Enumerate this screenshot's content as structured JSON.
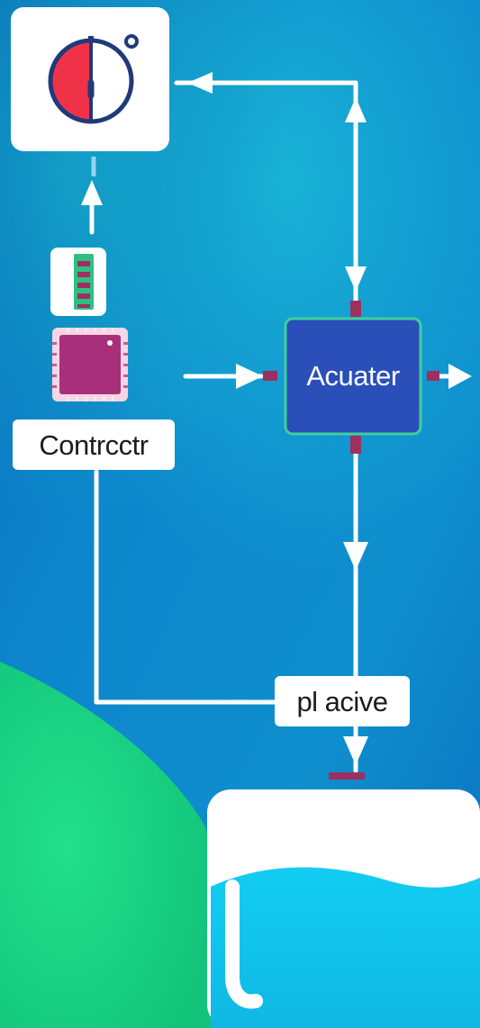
{
  "diagram": {
    "nodes": {
      "actuator": {
        "label": "Acuater"
      },
      "controller": {
        "label": "Contrcctr"
      },
      "plant": {
        "label": "pl acive"
      },
      "gauge": {
        "icon": "timer-gauge-icon"
      },
      "sensor": {
        "icon": "sensor-strip-icon"
      },
      "chip": {
        "icon": "microchip-icon"
      },
      "tank": {
        "icon": "water-tank-icon"
      }
    },
    "colors": {
      "background_top": "#0a74c8",
      "background_mid": "#0f9bd6",
      "background_glow": "#1aa0c8",
      "green_blob": "#1dd68a",
      "actuator_fill": "#2a4fb8",
      "actuator_border": "#3fcf9c",
      "chip_fill": "#a8307a",
      "connector": "#9e2f5f",
      "gauge_red": "#f03248",
      "gauge_ring": "#203a7a",
      "water": "#12c6ee",
      "line": "#ffffff"
    }
  }
}
